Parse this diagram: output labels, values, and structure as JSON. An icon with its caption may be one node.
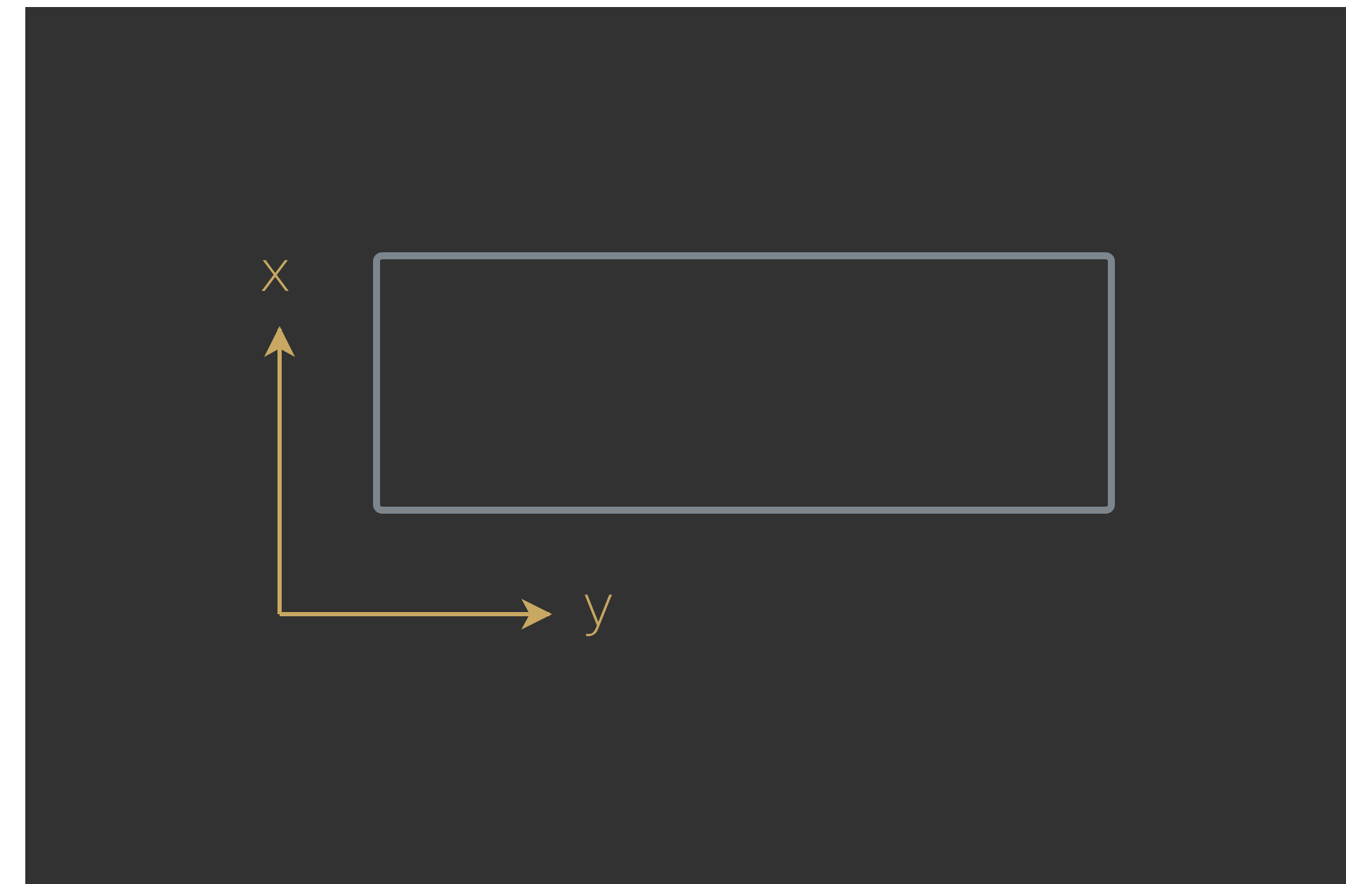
{
  "diagram": {
    "nodes": [
      {
        "text": [],
        "shape": "box"
      }
    ],
    "labels": [
      "x",
      "y"
    ]
  }
}
